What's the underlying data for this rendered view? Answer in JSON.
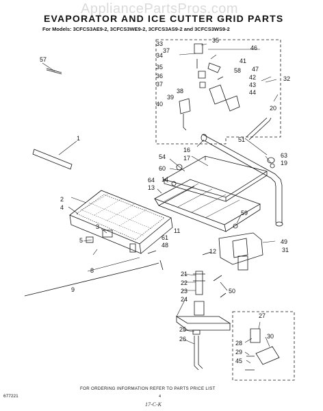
{
  "watermark": "AppliancePartsPros.com",
  "title": "EVAPORATOR AND ICE CUTTER GRID PARTS",
  "models": "For Models: 3CFCS3AE9-2, 3CFCS3WE9-2, 3CFCS3AS9-2 and 3CFCS3WS9-2",
  "footer": "FOR ORDERING INFORMATION REFER TO PARTS PRICE LIST",
  "doc_number": "677221",
  "page_number": "4",
  "signature": "17-C-K",
  "callouts": [
    "33",
    "35",
    "37",
    "46",
    "34",
    "41",
    "35",
    "58",
    "47",
    "36",
    "42",
    "37",
    "43",
    "38",
    "44",
    "32",
    "39",
    "40",
    "20",
    "57",
    "1",
    "16",
    "51",
    "17",
    "63",
    "54",
    "19",
    "60",
    "14",
    "64",
    "13",
    "2",
    "4",
    "59",
    "3",
    "11",
    "61",
    "5",
    "48",
    "12",
    "49",
    "31",
    "8",
    "21",
    "22",
    "50",
    "23",
    "9",
    "24",
    "27",
    "25",
    "28",
    "30",
    "26",
    "29",
    "45"
  ]
}
